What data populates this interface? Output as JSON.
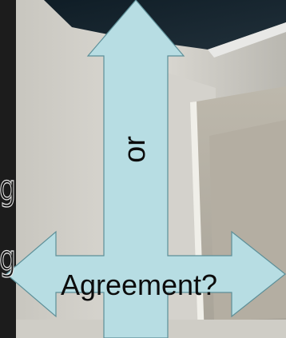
{
  "arrow_labels": {
    "vertical": "or",
    "horizontal": "Agreement?"
  },
  "side_fragments": [
    "g",
    "g"
  ],
  "colors": {
    "arrow_fill": "#b7dde3",
    "arrow_stroke": "#5d8f98",
    "backdrop": "#2a2a2a"
  }
}
